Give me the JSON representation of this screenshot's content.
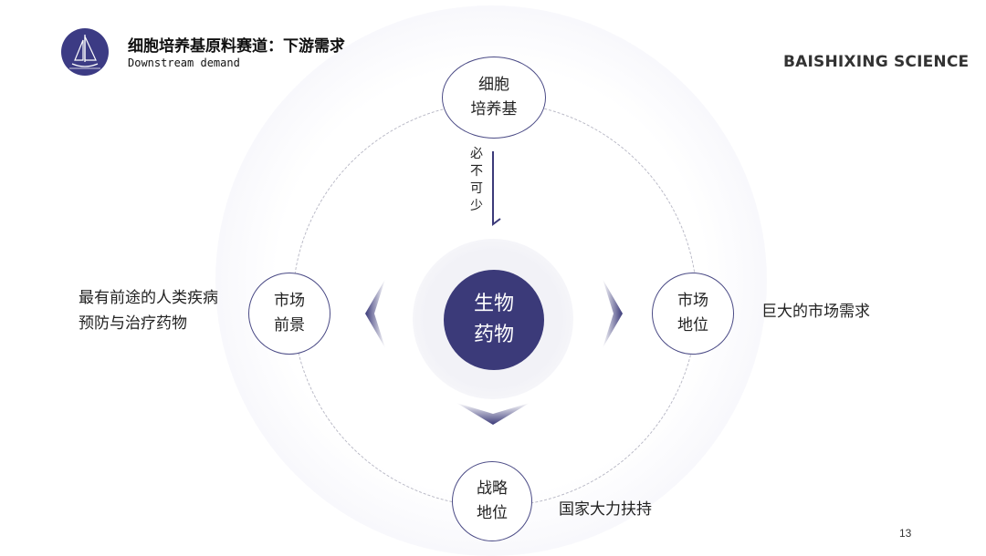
{
  "header": {
    "title": "细胞培养基原料赛道：下游需求",
    "subtitle": "Downstream demand",
    "brand": "BAISHIXING SCIENCE"
  },
  "diagram": {
    "center": {
      "line1": "生物",
      "line2": "药物"
    },
    "top_node": {
      "line1": "细胞",
      "line2": "培养基"
    },
    "top_arrow_chars": [
      "必",
      "不",
      "可",
      "少"
    ],
    "left_node": {
      "line1": "市场",
      "line2": "前景"
    },
    "left_text": {
      "line1": "最有前途的人类疾病",
      "line2": "预防与治疗药物"
    },
    "right_node": {
      "line1": "市场",
      "line2": "地位"
    },
    "right_text": "巨大的市场需求",
    "bottom_node": {
      "line1": "战略",
      "line2": "地位"
    },
    "bottom_text": "国家大力扶持"
  },
  "colors": {
    "primary": "#3b3a79",
    "logo": "#3c3b84"
  },
  "icons": {
    "logo": "sailboat-logo-icon"
  },
  "page_number": "13"
}
